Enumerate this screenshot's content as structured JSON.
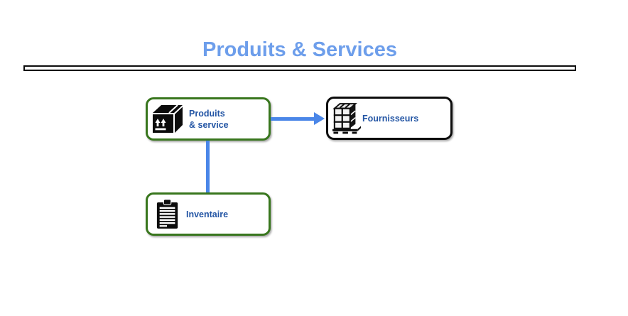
{
  "title": {
    "text": "Produits & Services",
    "color": "#6d9eeb"
  },
  "divider": {
    "style": "double-line",
    "color": "#0d0d0d"
  },
  "diagram": {
    "label_color": "#2355a4",
    "nodes": {
      "produits": {
        "lines": [
          "Produits",
          "& service"
        ],
        "full_label": "Produits & service",
        "border_color": "#38761d",
        "icon": "package-icon"
      },
      "fournisseurs": {
        "label": "Fournisseurs",
        "border_color": "#0d0d0d",
        "icon": "pallet-icon"
      },
      "inventaire": {
        "label": "Inventaire",
        "border_color": "#38761d",
        "icon": "clipboard-icon"
      }
    },
    "connectors": [
      {
        "from": "produits",
        "to": "fournisseurs",
        "type": "arrow",
        "color": "#4a86e8"
      },
      {
        "from": "produits",
        "to": "inventaire",
        "type": "line",
        "color": "#4a86e8"
      }
    ]
  }
}
